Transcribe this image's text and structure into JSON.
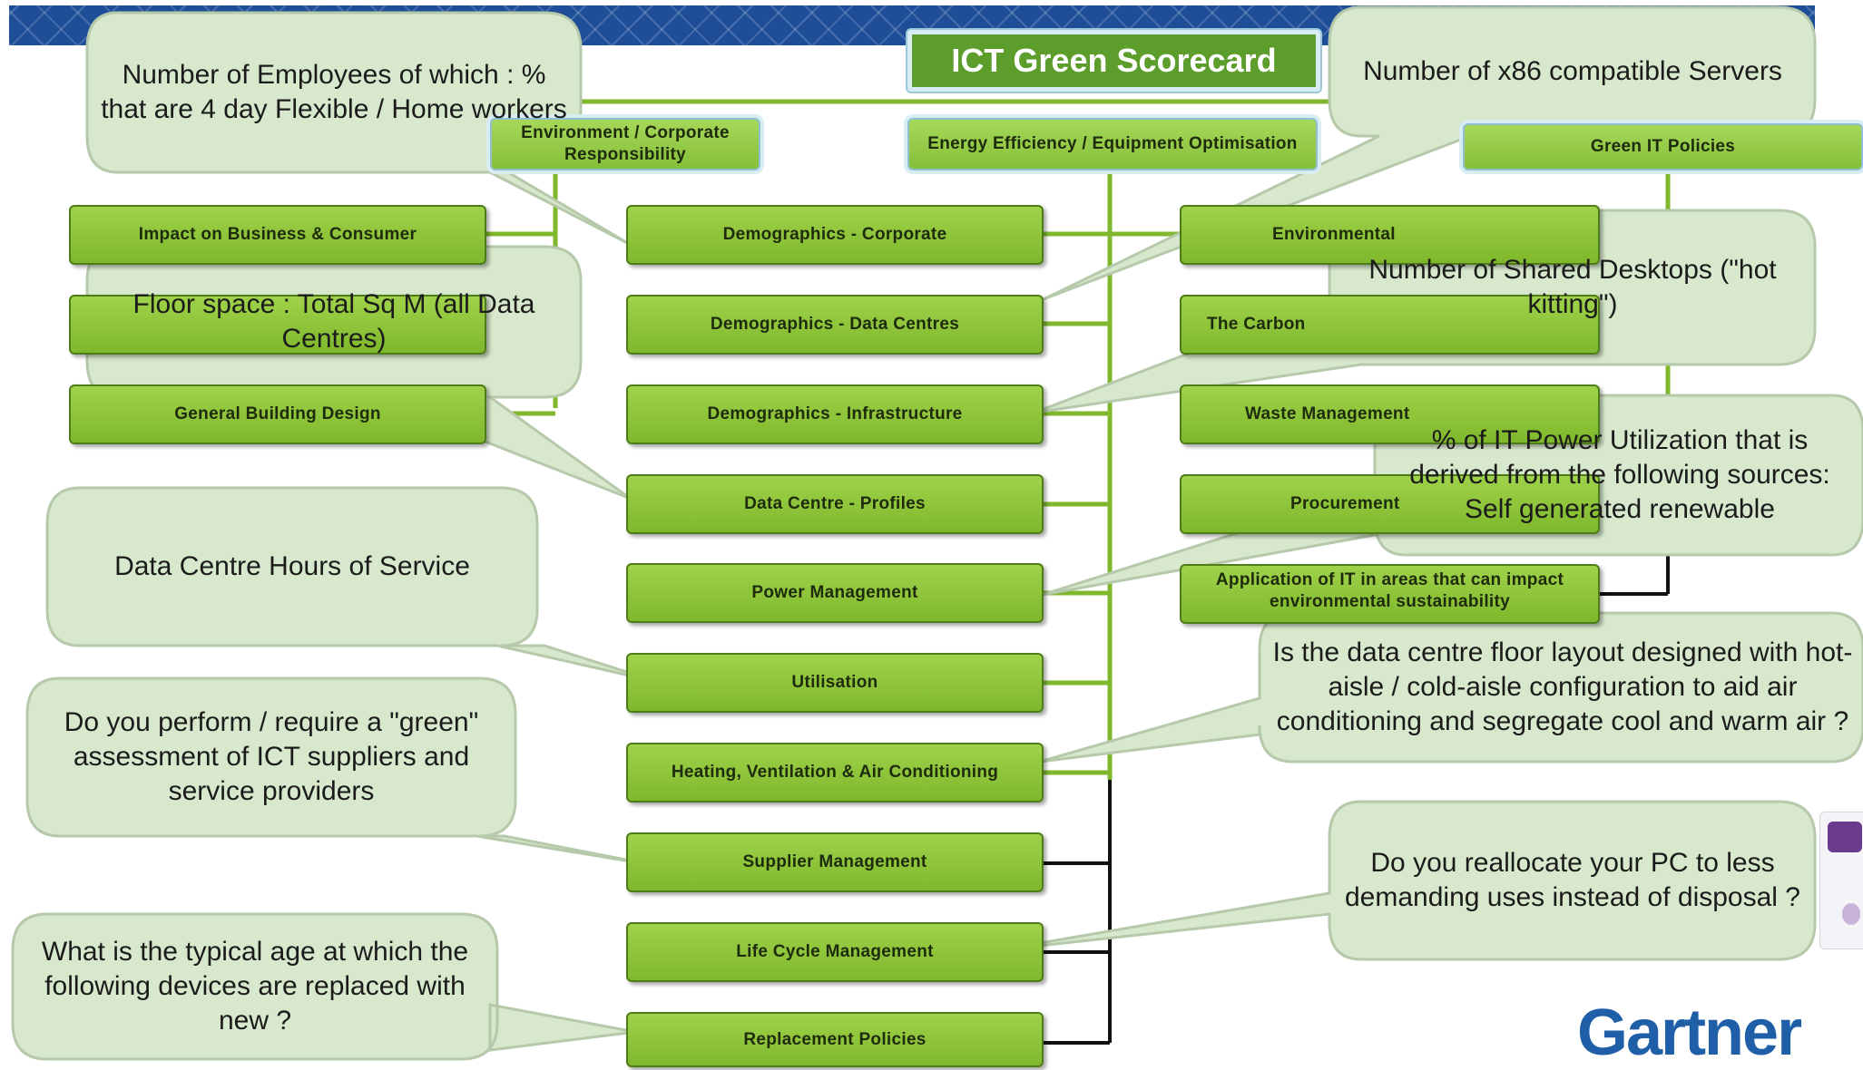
{
  "title": "ICT Green Scorecard",
  "headers": {
    "left": "Environment / Corporate Responsibility",
    "center": "Energy Efficiency / Equipment Optimisation",
    "right": "Green IT Policies"
  },
  "left_column": {
    "item1": "Impact on Business & Consumer",
    "item3": "General Building Design"
  },
  "center_column": [
    "Demographics - Corporate",
    "Demographics - Data Centres",
    "Demographics - Infrastructure",
    "Data Centre - Profiles",
    "Power Management",
    "Utilisation",
    "Heating, Ventilation & Air Conditioning",
    "Supplier Management",
    "Life Cycle Management",
    "Replacement Policies"
  ],
  "right_column": {
    "item1": "Environmental",
    "item2": "The Carbon",
    "item3": "Waste Management",
    "item4": "Procurement",
    "item5": "Application of IT in areas that can impact environmental sustainability"
  },
  "callouts": {
    "employees": "Number of Employees of which : % that are 4 day Flexible / Home workers",
    "floor_space": "Floor space : Total Sq M (all Data Centres)",
    "hours": "Data Centre Hours of Service",
    "green_assessment": "Do you perform / require a \"green\" assessment of ICT suppliers and service providers",
    "device_age": "What is the typical age at which the following devices are replaced with new ?",
    "x86": "Number of x86 compatible Servers",
    "shared_desktops": "Number of Shared Desktops (\"hot kitting\")",
    "power_util": "% of IT Power Utilization that is derived from the following sources: Self generated renewable",
    "floor_layout": "Is the data centre floor layout designed with hot-aisle / cold-aisle configuration to aid air conditioning and segregate cool and warm air ?",
    "reallocate_pc": "Do you reallocate your PC to less demanding uses instead of disposal ?"
  },
  "logo": "Gartner",
  "colors": {
    "box_green": "#8cc63f",
    "callout_fill": "#d7e8cd",
    "title_green": "#5c9d2c",
    "band_blue": "#1f4e98",
    "logo_blue": "#1f5fa8"
  }
}
